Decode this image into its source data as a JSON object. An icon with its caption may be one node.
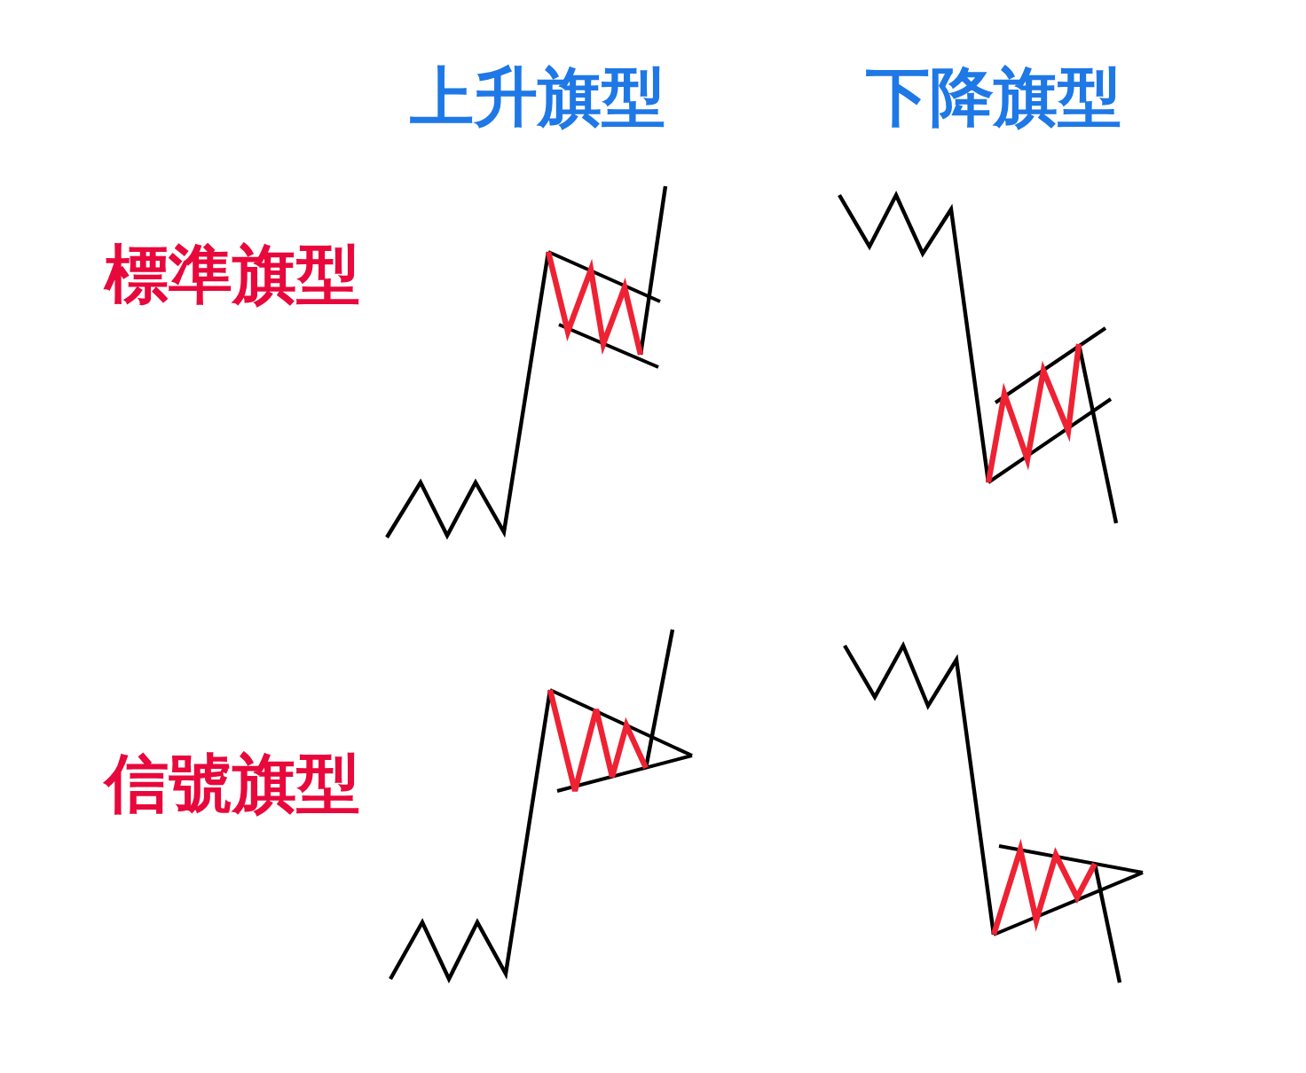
{
  "diagram": {
    "labels": [
      "上升旗型",
      "下降旗型",
      "標準旗型",
      "信號旗型"
    ]
  }
}
